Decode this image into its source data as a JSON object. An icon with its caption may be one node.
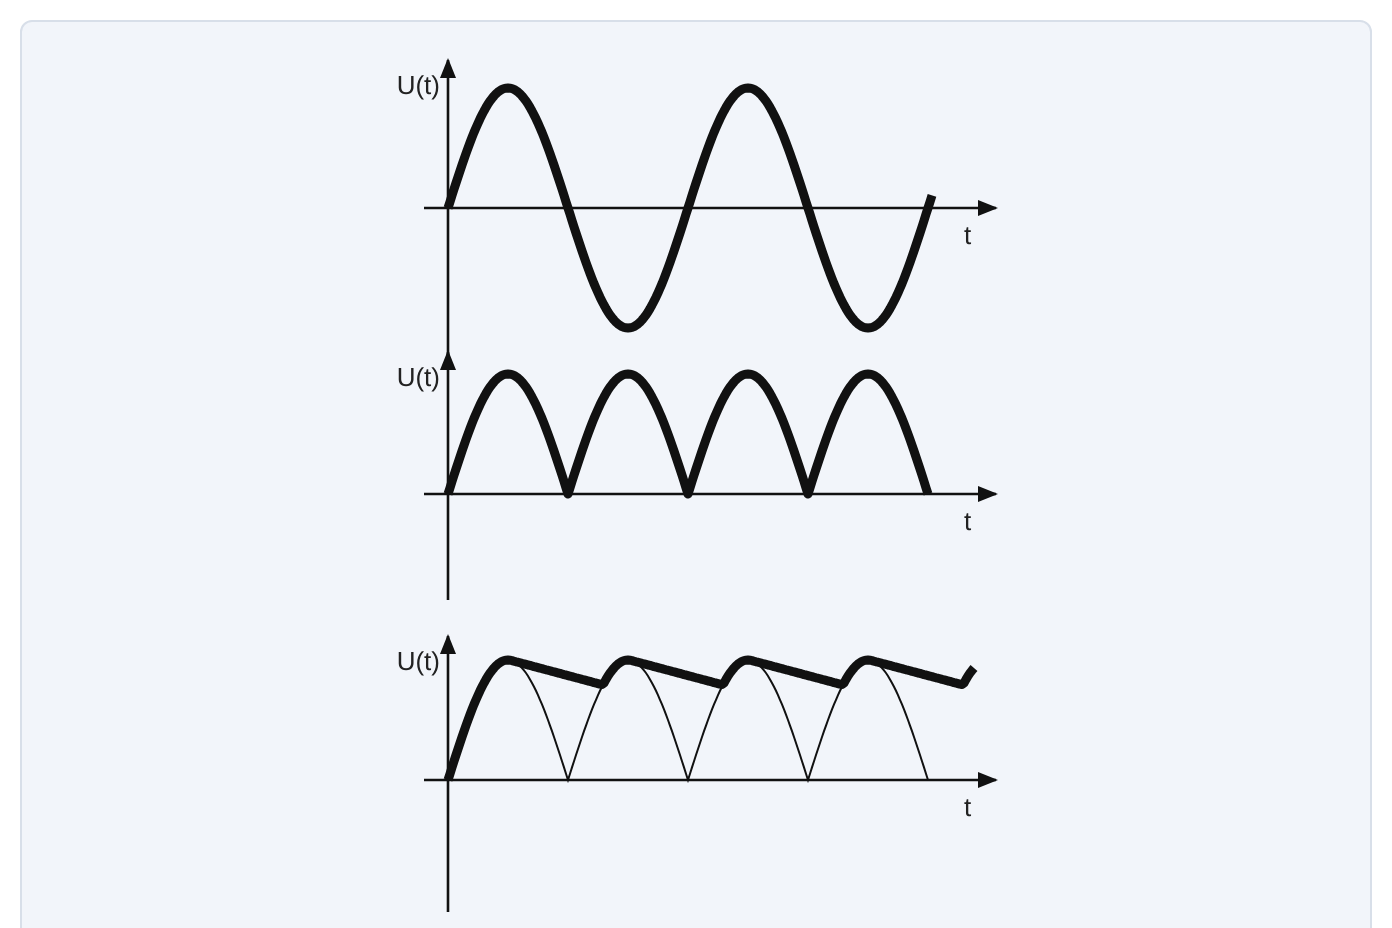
{
  "diagram": {
    "labels": [
      "U(t)",
      "t",
      "U(t)",
      "t",
      "U(t)",
      "t"
    ]
  }
}
